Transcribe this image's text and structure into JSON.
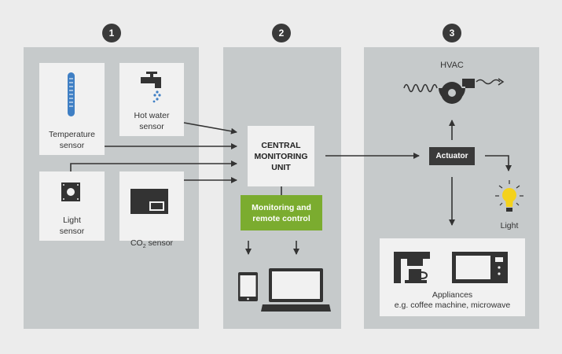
{
  "steps": [
    "1",
    "2",
    "3"
  ],
  "sensors": {
    "temperature": "Temperature\nsensor",
    "hot_water": "Hot water\nsensor",
    "light": "Light\nsensor",
    "co2_prefix": "CO",
    "co2_sub": "2",
    "co2_suffix": " sensor"
  },
  "central_unit": "CENTRAL\nMONITORING\nUNIT",
  "monitoring": "Monitoring and\nremote control",
  "actuator": "Actuator",
  "hvac": "HVAC",
  "light_output": "Light",
  "appliances": {
    "title": "Appliances",
    "subtitle": "e.g. coffee machine, microwave"
  },
  "colors": {
    "background": "#ececec",
    "panel": "#c6cacb",
    "card": "#f1f1f1",
    "accent_green": "#7bac2f",
    "dark": "#3a3a3a",
    "thermometer_blue": "#3f7fc4",
    "bulb_yellow": "#f4d21c"
  }
}
